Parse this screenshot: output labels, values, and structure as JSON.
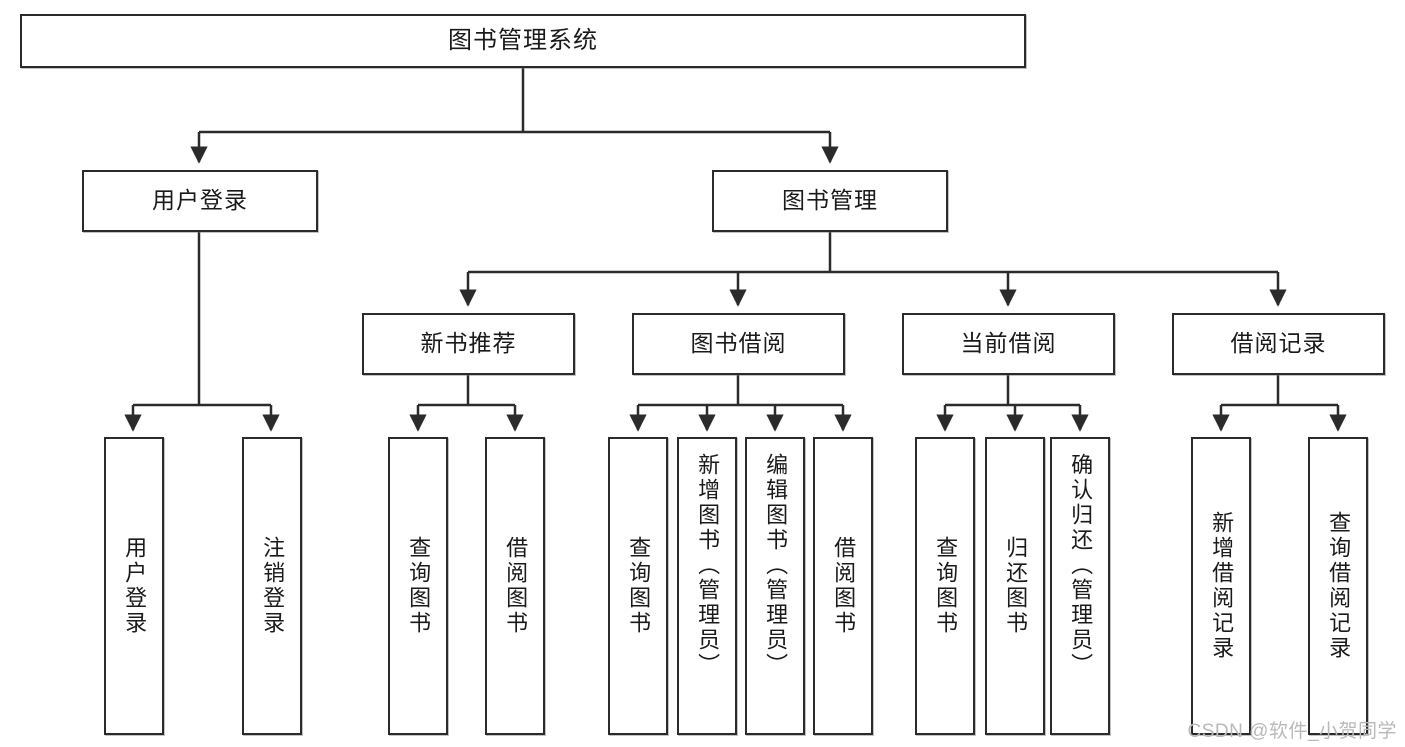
{
  "diagram": {
    "title": "图书管理系统",
    "type": "functional-structure-tree",
    "stroke_color": "#2b2b2b",
    "fill_color": "#ffffff",
    "text_color": "#1a1a1a",
    "watermark": "CSDN @软件_小贺同学"
  },
  "nodes": {
    "root": {
      "label": "图书管理系统"
    },
    "level1": [
      {
        "id": "user-login",
        "label": "用户登录"
      },
      {
        "id": "book-management",
        "label": "图书管理"
      }
    ],
    "level2": [
      {
        "id": "new-book-recommend",
        "label": "新书推荐"
      },
      {
        "id": "book-borrow",
        "label": "图书借阅"
      },
      {
        "id": "current-borrow",
        "label": "当前借阅"
      },
      {
        "id": "borrow-record",
        "label": "借阅记录"
      }
    ],
    "leaves": {
      "user_login": [
        {
          "id": "leaf-user-login",
          "label": "用户登录"
        },
        {
          "id": "leaf-logout",
          "label": "注销登录"
        }
      ],
      "new_book_recommend": [
        {
          "id": "leaf-query-book-1",
          "label": "查询图书"
        },
        {
          "id": "leaf-borrow-book-1",
          "label": "借阅图书"
        }
      ],
      "book_borrow": [
        {
          "id": "leaf-query-book-2",
          "label": "查询图书"
        },
        {
          "id": "leaf-add-book",
          "label": "新增图书（管理员）"
        },
        {
          "id": "leaf-edit-book",
          "label": "编辑图书（管理员）"
        },
        {
          "id": "leaf-borrow-book-2",
          "label": "借阅图书"
        }
      ],
      "current_borrow": [
        {
          "id": "leaf-query-book-3",
          "label": "查询图书"
        },
        {
          "id": "leaf-return-book",
          "label": "归还图书"
        },
        {
          "id": "leaf-confirm-return",
          "label": "确认归还（管理员）"
        }
      ],
      "borrow_record": [
        {
          "id": "leaf-add-record",
          "label": "新增借阅记录"
        },
        {
          "id": "leaf-query-record",
          "label": "查询借阅记录"
        }
      ]
    }
  }
}
